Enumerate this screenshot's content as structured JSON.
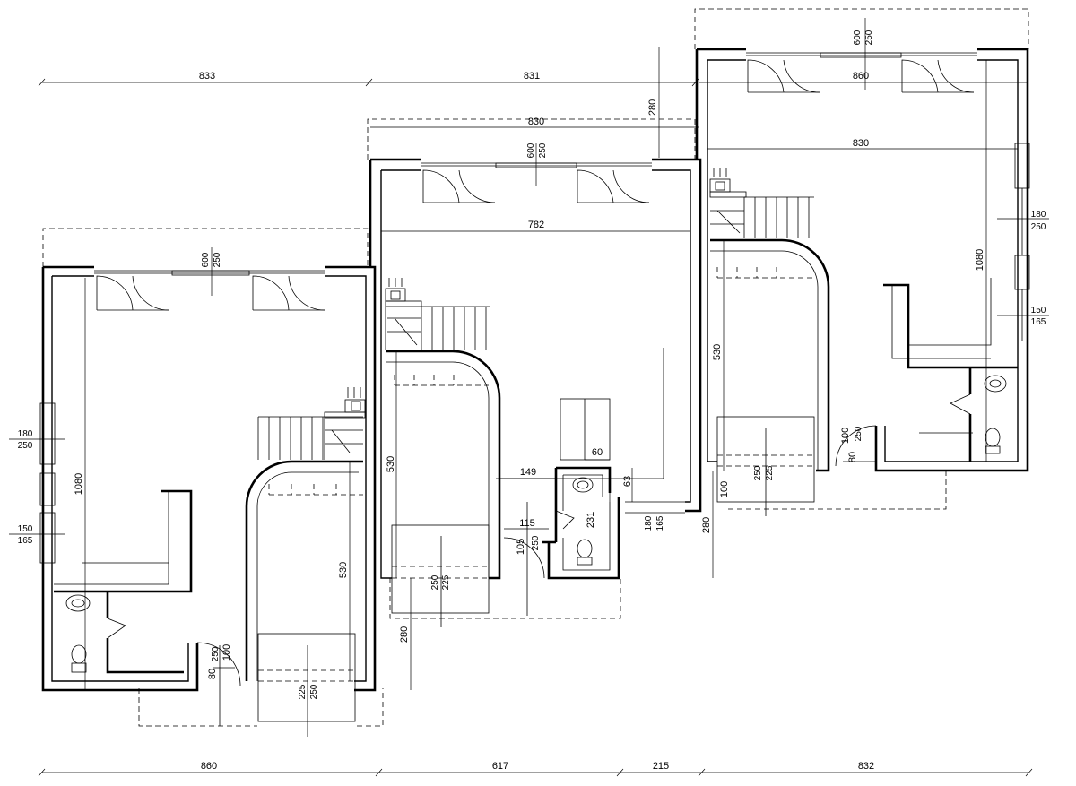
{
  "dimensions": {
    "top_left": "833",
    "top_middle": "831",
    "bottom_1": "860",
    "bottom_2": "617",
    "bottom_3": "215",
    "bottom_4": "832",
    "right_house_width_top": "860",
    "right_house_width_inner": "830",
    "middle_house_width_top": "830",
    "middle_house_width_inner": "782",
    "right_offset_280": "280",
    "right_height_1080": "1080",
    "left_height_1080": "1080",
    "left_stair_530": "530",
    "middle_stair_530": "530",
    "right_stair_530": "530",
    "middle_offset_280": "280",
    "right_bottom_280": "280",
    "dim_149": "149",
    "dim_115": "115",
    "dim_60": "60",
    "dim_63": "63",
    "dim_231": "231",
    "dim_105": "105",
    "dim_80_left": "80",
    "dim_80_right": "80",
    "dim_100_right": "100",
    "dim_100_left": "100",
    "dim_100_mid": "100"
  },
  "openings": {
    "window_600": "600",
    "window_250": "250",
    "side_180": "180",
    "side_250": "250",
    "side_150": "150",
    "side_165": "165",
    "door_250": "250",
    "door_225": "225",
    "door_180": "180",
    "door_165": "165",
    "door_250b": "250",
    "door_250c": "250"
  }
}
